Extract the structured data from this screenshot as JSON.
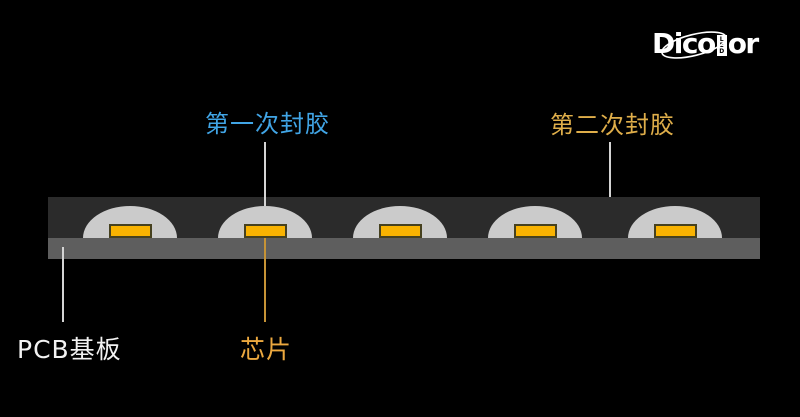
{
  "page": {
    "background": "#000000"
  },
  "logo": {
    "brand_prefix": "Dico",
    "brand_box": "LED",
    "brand_suffix": "or",
    "color": "#ffffff"
  },
  "labels": {
    "first_encapsulation": {
      "text": "第一次封胶",
      "color": "#41a5e6"
    },
    "second_encapsulation": {
      "text": "第二次封胶",
      "color": "#dfae4a"
    },
    "pcb_substrate": {
      "text": "PCB基板",
      "color": "#f2f2f2"
    },
    "chip": {
      "text": "芯片",
      "color": "#eda93f"
    }
  },
  "diagram": {
    "module_count": 5,
    "module_centers_x": [
      130,
      265,
      400,
      535,
      675
    ],
    "colors": {
      "outer_encapsulant_bar": "#2b2b2b",
      "pcb_bar": "#5e5e5e",
      "dome": "#cbcbcb",
      "chip_fill": "#f9b301",
      "chip_border": "#46411f",
      "leader_line": "#d4d4d4",
      "chip_leader_line": "#c69336"
    }
  }
}
